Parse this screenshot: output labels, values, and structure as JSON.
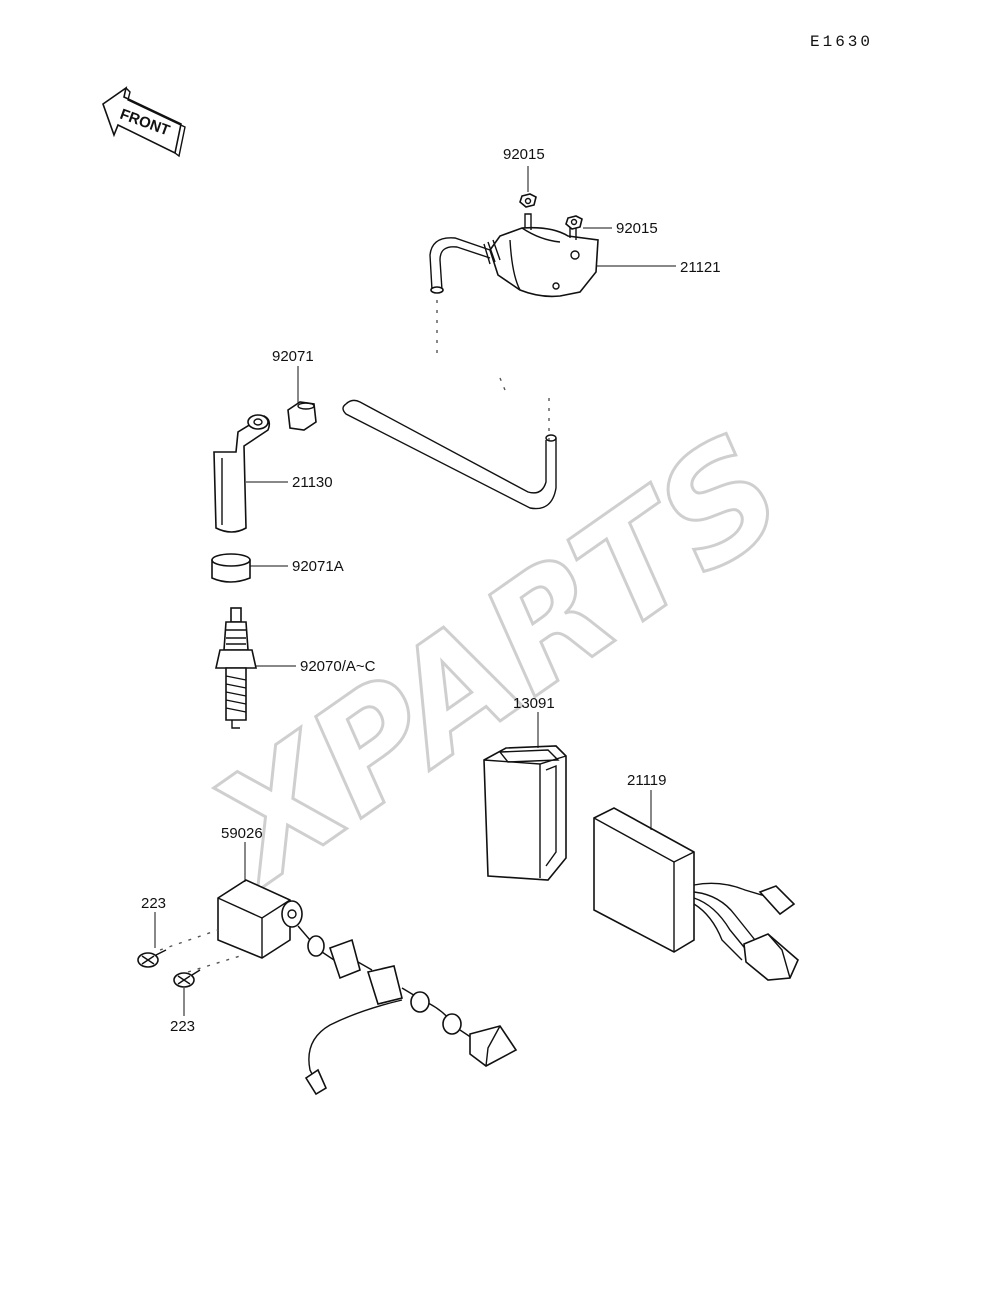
{
  "page": {
    "code": "E1630",
    "front_arrow_text": "FRONT",
    "watermark": "XPARTS"
  },
  "parts": [
    {
      "id": "p-92015-a",
      "number": "92015"
    },
    {
      "id": "p-92015-b",
      "number": "92015"
    },
    {
      "id": "p-21121",
      "number": "21121"
    },
    {
      "id": "p-92071",
      "number": "92071"
    },
    {
      "id": "p-21130",
      "number": "21130"
    },
    {
      "id": "p-92071a",
      "number": "92071A"
    },
    {
      "id": "p-92070",
      "number": "92070/A~C"
    },
    {
      "id": "p-13091",
      "number": "13091"
    },
    {
      "id": "p-21119",
      "number": "21119"
    },
    {
      "id": "p-59026",
      "number": "59026"
    },
    {
      "id": "p-223-a",
      "number": "223"
    },
    {
      "id": "p-223-b",
      "number": "223"
    }
  ]
}
